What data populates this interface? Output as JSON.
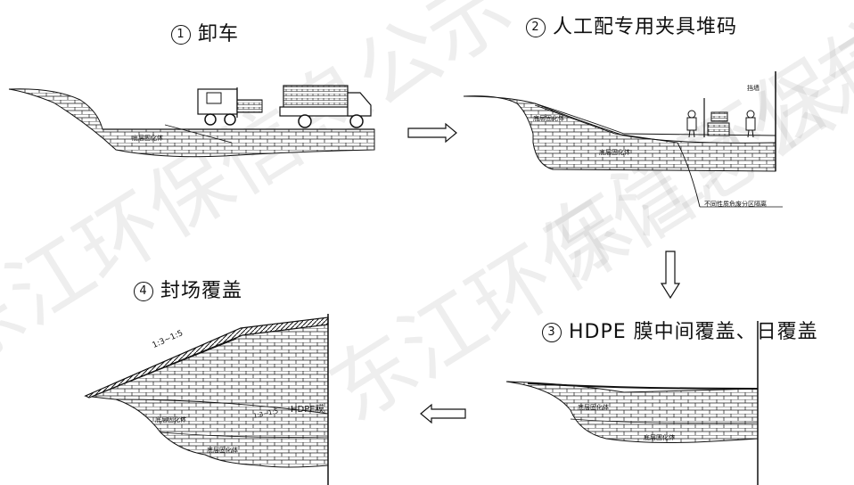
{
  "steps": [
    {
      "num": "1",
      "title": "卸车"
    },
    {
      "num": "2",
      "title": "人工配专用夹具堆码"
    },
    {
      "num": "3",
      "title": "HDPE 膜中间覆盖、日覆盖"
    },
    {
      "num": "4",
      "title": "封场覆盖"
    }
  ],
  "labels": {
    "step1_layer": "底层固化体",
    "step2_upper_layer": "底层固化体",
    "step2_lower_layer": "底层固化体",
    "step2_wall": "挡墙",
    "step2_note": "不同性质危废分区隔离",
    "step3_upper_layer": "底层固化体",
    "step3_lower_layer": "底层固化体",
    "step4_slope": "1:3~1:5",
    "step4_hdpe": "HDPE膜",
    "step4_upper_layer": "底层固化体",
    "step4_lower_layer": "底层固化体",
    "step4_slope2": "1:3~1:5"
  },
  "watermark_text": "东江环保信息公示",
  "colors": {
    "line": "#111111",
    "brick": "#1a1a1a",
    "watermark": "#969696"
  }
}
